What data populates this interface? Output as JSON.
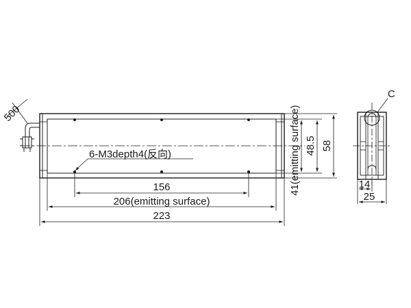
{
  "drawing": {
    "cable_length": "500",
    "mount_holes": "6-M3depth4(反向)",
    "hole_pitch": "156",
    "emitting_length": "206(emitting surface)",
    "total_length": "223",
    "emitting_width": "41(emitting surface)",
    "inner_height": "48.5",
    "total_height": "58",
    "detail_label": "C",
    "side_inner_width": "14",
    "side_total_width": "25"
  },
  "colors": {
    "line": "#1a1a1a",
    "background": "#ffffff"
  }
}
